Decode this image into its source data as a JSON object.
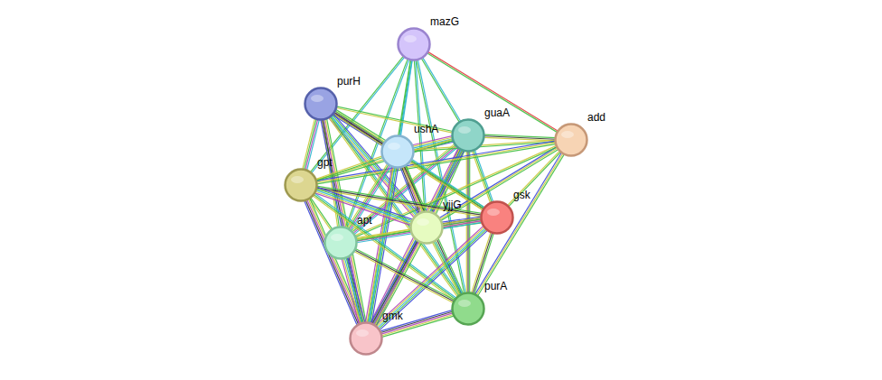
{
  "diagram": {
    "nodes": [
      {
        "text": [
          "mazG"
        ]
      },
      {
        "text": [
          "purH"
        ]
      },
      {
        "text": [
          "guaA"
        ]
      },
      {
        "text": [
          "add"
        ]
      },
      {
        "text": [
          "ushA"
        ]
      },
      {
        "text": [
          "gpt"
        ]
      },
      {
        "text": [
          "gsk"
        ]
      },
      {
        "text": [
          "yjjG"
        ]
      },
      {
        "text": [
          "apt"
        ]
      },
      {
        "text": [
          "purA"
        ]
      },
      {
        "text": [
          "gmk"
        ]
      }
    ],
    "edges": [
      {
        "from": 0,
        "to": 2,
        "arrow": "none"
      },
      {
        "from": 0,
        "to": 3,
        "arrow": "none"
      },
      {
        "from": 0,
        "to": 4,
        "arrow": "none"
      },
      {
        "from": 0,
        "to": 5,
        "arrow": "none"
      },
      {
        "from": 0,
        "to": 7,
        "arrow": "none"
      },
      {
        "from": 0,
        "to": 8,
        "arrow": "none"
      },
      {
        "from": 0,
        "to": 9,
        "arrow": "none"
      },
      {
        "from": 0,
        "to": 10,
        "arrow": "none"
      },
      {
        "from": 1,
        "to": 2,
        "arrow": "none"
      },
      {
        "from": 1,
        "to": 4,
        "arrow": "none"
      },
      {
        "from": 1,
        "to": 5,
        "arrow": "none"
      },
      {
        "from": 1,
        "to": 6,
        "arrow": "none"
      },
      {
        "from": 1,
        "to": 7,
        "arrow": "none"
      },
      {
        "from": 1,
        "to": 8,
        "arrow": "none"
      },
      {
        "from": 1,
        "to": 9,
        "arrow": "none"
      },
      {
        "from": 1,
        "to": 10,
        "arrow": "none"
      },
      {
        "from": 2,
        "to": 3,
        "arrow": "none"
      },
      {
        "from": 2,
        "to": 4,
        "arrow": "none"
      },
      {
        "from": 2,
        "to": 5,
        "arrow": "none"
      },
      {
        "from": 2,
        "to": 6,
        "arrow": "none"
      },
      {
        "from": 2,
        "to": 7,
        "arrow": "none"
      },
      {
        "from": 2,
        "to": 8,
        "arrow": "none"
      },
      {
        "from": 2,
        "to": 9,
        "arrow": "none"
      },
      {
        "from": 2,
        "to": 10,
        "arrow": "none"
      },
      {
        "from": 3,
        "to": 4,
        "arrow": "none"
      },
      {
        "from": 3,
        "to": 5,
        "arrow": "none"
      },
      {
        "from": 3,
        "to": 6,
        "arrow": "none"
      },
      {
        "from": 3,
        "to": 7,
        "arrow": "none"
      },
      {
        "from": 3,
        "to": 8,
        "arrow": "none"
      },
      {
        "from": 3,
        "to": 9,
        "arrow": "none"
      },
      {
        "from": 4,
        "to": 5,
        "arrow": "none"
      },
      {
        "from": 4,
        "to": 6,
        "arrow": "none"
      },
      {
        "from": 4,
        "to": 7,
        "arrow": "none"
      },
      {
        "from": 4,
        "to": 8,
        "arrow": "none"
      },
      {
        "from": 4,
        "to": 9,
        "arrow": "none"
      },
      {
        "from": 4,
        "to": 10,
        "arrow": "none"
      },
      {
        "from": 5,
        "to": 6,
        "arrow": "none"
      },
      {
        "from": 5,
        "to": 7,
        "arrow": "none"
      },
      {
        "from": 5,
        "to": 8,
        "arrow": "none"
      },
      {
        "from": 5,
        "to": 9,
        "arrow": "none"
      },
      {
        "from": 5,
        "to": 10,
        "arrow": "none"
      },
      {
        "from": 6,
        "to": 7,
        "arrow": "none"
      },
      {
        "from": 6,
        "to": 8,
        "arrow": "none"
      },
      {
        "from": 6,
        "to": 9,
        "arrow": "none"
      },
      {
        "from": 6,
        "to": 10,
        "arrow": "none"
      },
      {
        "from": 7,
        "to": 8,
        "arrow": "none"
      },
      {
        "from": 7,
        "to": 9,
        "arrow": "none"
      },
      {
        "from": 7,
        "to": 10,
        "arrow": "none"
      },
      {
        "from": 8,
        "to": 9,
        "arrow": "none"
      },
      {
        "from": 8,
        "to": 10,
        "arrow": "none"
      },
      {
        "from": 9,
        "to": 10,
        "arrow": "none"
      }
    ]
  }
}
